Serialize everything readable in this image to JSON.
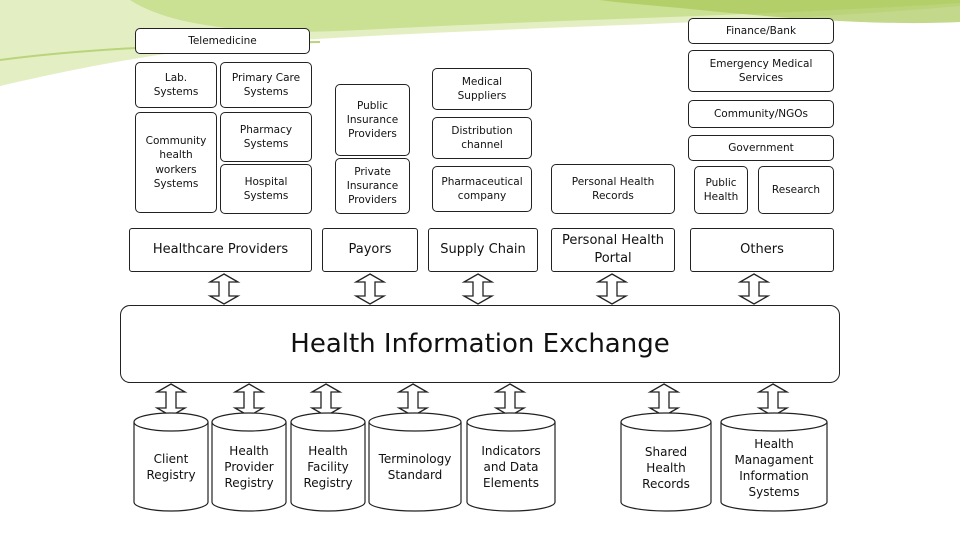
{
  "top": {
    "telemedicine": "Telemedicine",
    "finance_bank": "Finance/Bank",
    "lab_systems": "Lab. Systems",
    "primary_care_systems": "Primary Care Systems",
    "pharmacy_systems": "Pharmacy Systems",
    "community_health_workers_systems": "Community health workers Systems",
    "hospital_systems": "Hospital Systems",
    "public_insurance_providers": "Public Insurance Providers",
    "private_insurance_providers": "Private Insurance Providers",
    "medical_suppliers": "Medical Suppliers",
    "distribution_channel": "Distribution channel",
    "pharmaceutical_company": "Pharmaceutical company",
    "personal_health_records": "Personal Health Records",
    "emergency_medical_services": "Emergency Medical Services",
    "community_ngos": "Community/NGOs",
    "government": "Government",
    "public_health": "Public Health",
    "research": "Research"
  },
  "categories": {
    "healthcare_providers": "Healthcare Providers",
    "payors": "Payors",
    "supply_chain": "Supply Chain",
    "personal_health_portal": "Personal Health Portal",
    "others": "Others"
  },
  "hub": {
    "title": "Health Information Exchange"
  },
  "registries": {
    "client_registry": "Client Registry",
    "health_provider_registry": "Health Provider Registry",
    "health_facility_registry": "Health Facility Registry",
    "terminology_standard": "Terminology Standard",
    "indicators_and_data_elements": "Indicators and Data Elements",
    "shared_health_records": "Shared Health Records",
    "health_management_information_systems": "Health Managament Information Systems"
  },
  "colors": {
    "decor_green_light": "#e3efc2",
    "decor_green_mid": "#c6dd8a",
    "decor_green_dark": "#a9c85a",
    "line": "#222222"
  }
}
